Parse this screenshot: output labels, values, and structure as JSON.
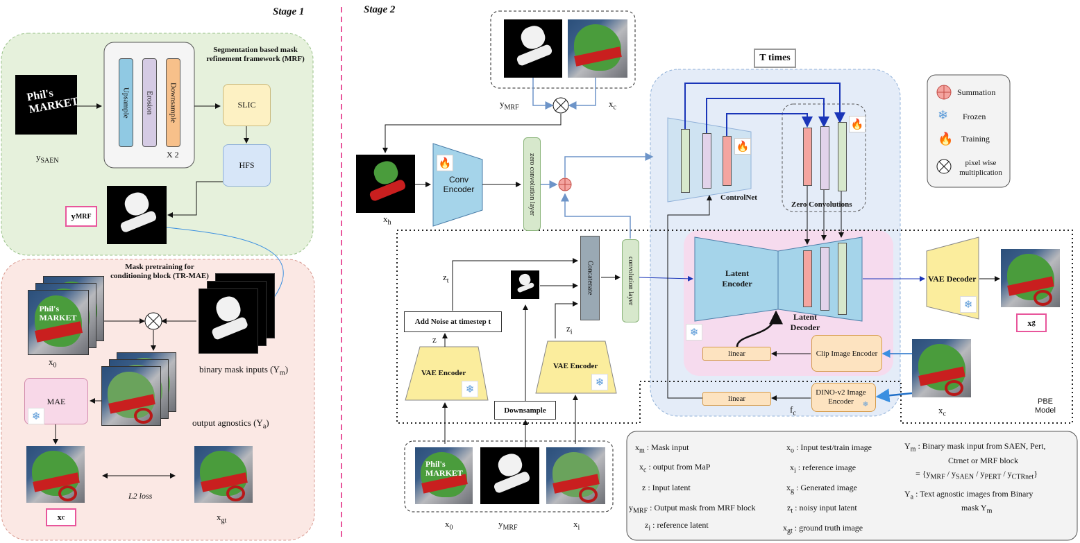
{
  "stages": {
    "stage1": "Stage 1",
    "stage2": "Stage 2"
  },
  "stage1": {
    "mrf_title": "Segmentation based mask refinement framework (MRF)",
    "upsample": "Upsample",
    "erosion": "Erosion",
    "downsample": "Downsample",
    "repeat": "X 2",
    "slic": "SLIC",
    "hfs": "HFS",
    "y_saen": "y",
    "y_saen_sub": "SAEN",
    "y_mrf": "y",
    "y_mrf_sub": "MRF",
    "mae_title": "Mask pretraining for conditioning block (TR-MAE)",
    "x0": "x",
    "x0_sub": "0",
    "binary_mask": "binary mask inputs (Y",
    "binary_mask_sub": "m",
    "mae": "MAE",
    "output_agnostics": "output agnostics (Y",
    "output_agnostics_sub": "a",
    "l2": "L2 loss",
    "xc": "x",
    "xc_sub": "c",
    "xgt": "x",
    "xgt_sub": "gt"
  },
  "stage2": {
    "y_mrf": "y",
    "y_mrf_sub": "MRF",
    "xc": "x",
    "xc_sub": "c",
    "xh": "x",
    "xh_sub": "h",
    "conv_encoder": "Conv Encoder",
    "zero_conv_layer": "zero convolution layer",
    "t_times": "T times",
    "controlnet": "ControlNet",
    "zero_convs": "Zero Convolutions",
    "latent_encoder": "Latent Encoder",
    "latent_decoder": "Latent Decoder",
    "vae_decoder": "VAE Decoder",
    "xg": "x",
    "xg_sub": "g",
    "concatenate": "Concatenate",
    "conv_layer": "convolution layer",
    "zt": "z",
    "zt_sub": "t",
    "zi": "z",
    "zi_sub": "i",
    "z": "z",
    "add_noise": "Add Noise at timestep t",
    "vae_encoder": "VAE Encoder",
    "downsample": "Downsample",
    "linear": "linear",
    "clip": "Clip Image Encoder",
    "dino": "DINO-v2 Image Encoder",
    "fc": "f",
    "fc_sub": "c",
    "pbe": "PBE Model",
    "x0": "x",
    "x0_sub": "0",
    "ymrf_b": "y",
    "ymrf_b_sub": "MRF",
    "xi": "x",
    "xi_sub": "i",
    "xc2": "x",
    "xc2_sub": "c"
  },
  "legend": {
    "summation": "Summation",
    "frozen": "Frozen",
    "training": "Training",
    "pixelwise": "pixel wise multiplication"
  },
  "glossary": {
    "xm": "x",
    "xm_sub": "m",
    "xm_desc": ": Mask input",
    "xc": "x",
    "xc_sub": "c",
    "xc_desc": ": output from MaP",
    "z": "z",
    "z_desc": ": Input latent",
    "ymrf": "y",
    "ymrf_sub": "MRF",
    "ymrf_desc": ": Output mask from MRF block",
    "zi": "z",
    "zi_sub": "i",
    "zi_desc": ": reference latent",
    "xo": "x",
    "xo_sub": "o",
    "xo_desc": ": Input test/train image",
    "xi": "x",
    "xi_sub": "i",
    "xi_desc": ": reference image",
    "xg": "x",
    "xg_sub": "g",
    "xg_desc": ": Generated image",
    "zt": "z",
    "zt_sub": "t",
    "zt_desc": ": noisy input latent",
    "xgt": "x",
    "xgt_sub": "gt",
    "xgt_desc": ": ground truth image",
    "ym": "Y",
    "ym_sub": "m",
    "ym_desc1": ": Binary mask input from SAEN, Pert,",
    "ym_desc2": "Ctrnet or MRF block",
    "ym_set": "= {y",
    "ym_set_s1": "MRF",
    "ym_set_b": " / y",
    "ym_set_s2": "SAEN",
    "ym_set_c": " / y",
    "ym_set_s3": "PERT",
    "ym_set_d": " / y",
    "ym_set_s4": "CTRnet",
    "ym_set_e": "}",
    "ya": "Y",
    "ya_sub": "a",
    "ya_desc1": ": Text agnostic images from Binary",
    "ya_desc2": "mask Y",
    "ya_desc2_sub": "m"
  },
  "colors": {
    "stage1_green_bg": "#e6f1dc",
    "stage1_pink_bg": "#fbe8e4",
    "divider": "#e8559b",
    "t_times_bg": "#e4ecf8",
    "pbe_pink": "#f6dbee",
    "upsample": "#90c9e3",
    "erosion": "#d5cbe4",
    "downsample": "#f7c08a",
    "slic": "#fdf1c3",
    "hfs": "#d7e6f8",
    "encoder_blue": "#a5d4ea",
    "vae_yellow": "#fbed9d",
    "zero_conv_green": "#d7e8cc",
    "concat_gray": "#9aa9b4",
    "linear_orange": "#fde3c0",
    "highlight": "#e8559b"
  }
}
